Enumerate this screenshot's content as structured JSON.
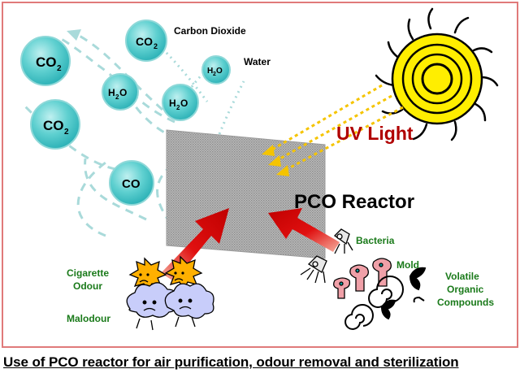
{
  "molecules": {
    "co2_1": {
      "base": "CO",
      "sub": "2"
    },
    "co2_2": {
      "base": "CO",
      "sub": "2"
    },
    "co2_3": {
      "base": "CO",
      "sub": "2"
    },
    "h2o_1": {
      "base": "H",
      "sub": "2",
      "tail": "O"
    },
    "h2o_2": {
      "base": "H",
      "sub": "2",
      "tail": "O"
    },
    "h2o_3": {
      "base": "H",
      "sub": "2",
      "tail": "O"
    },
    "co": "CO"
  },
  "labels": {
    "carbon_dioxide": "Carbon Dioxide",
    "water": "Water",
    "uv_light": "UV Light",
    "pco_reactor": "PCO Reactor",
    "cigarette_1": "Cigarette",
    "cigarette_2": "Odour",
    "malodour": "Malodour",
    "bacteria": "Bacteria",
    "mold": "Mold",
    "voc_1": "Volatile",
    "voc_2": "Organic",
    "voc_3": "Compounds"
  },
  "caption": "Use of PCO reactor for air purification, odour removal and sterilization",
  "colors": {
    "frame": "#e07a7a",
    "bubble": "#4ec9c9",
    "bubble_stroke": "#8fd8d8",
    "dash": "#a9dada",
    "sun": "#ffee00",
    "uv_text": "#b00000",
    "arrow": "#d40000",
    "green_label": "#1a7a1a"
  }
}
